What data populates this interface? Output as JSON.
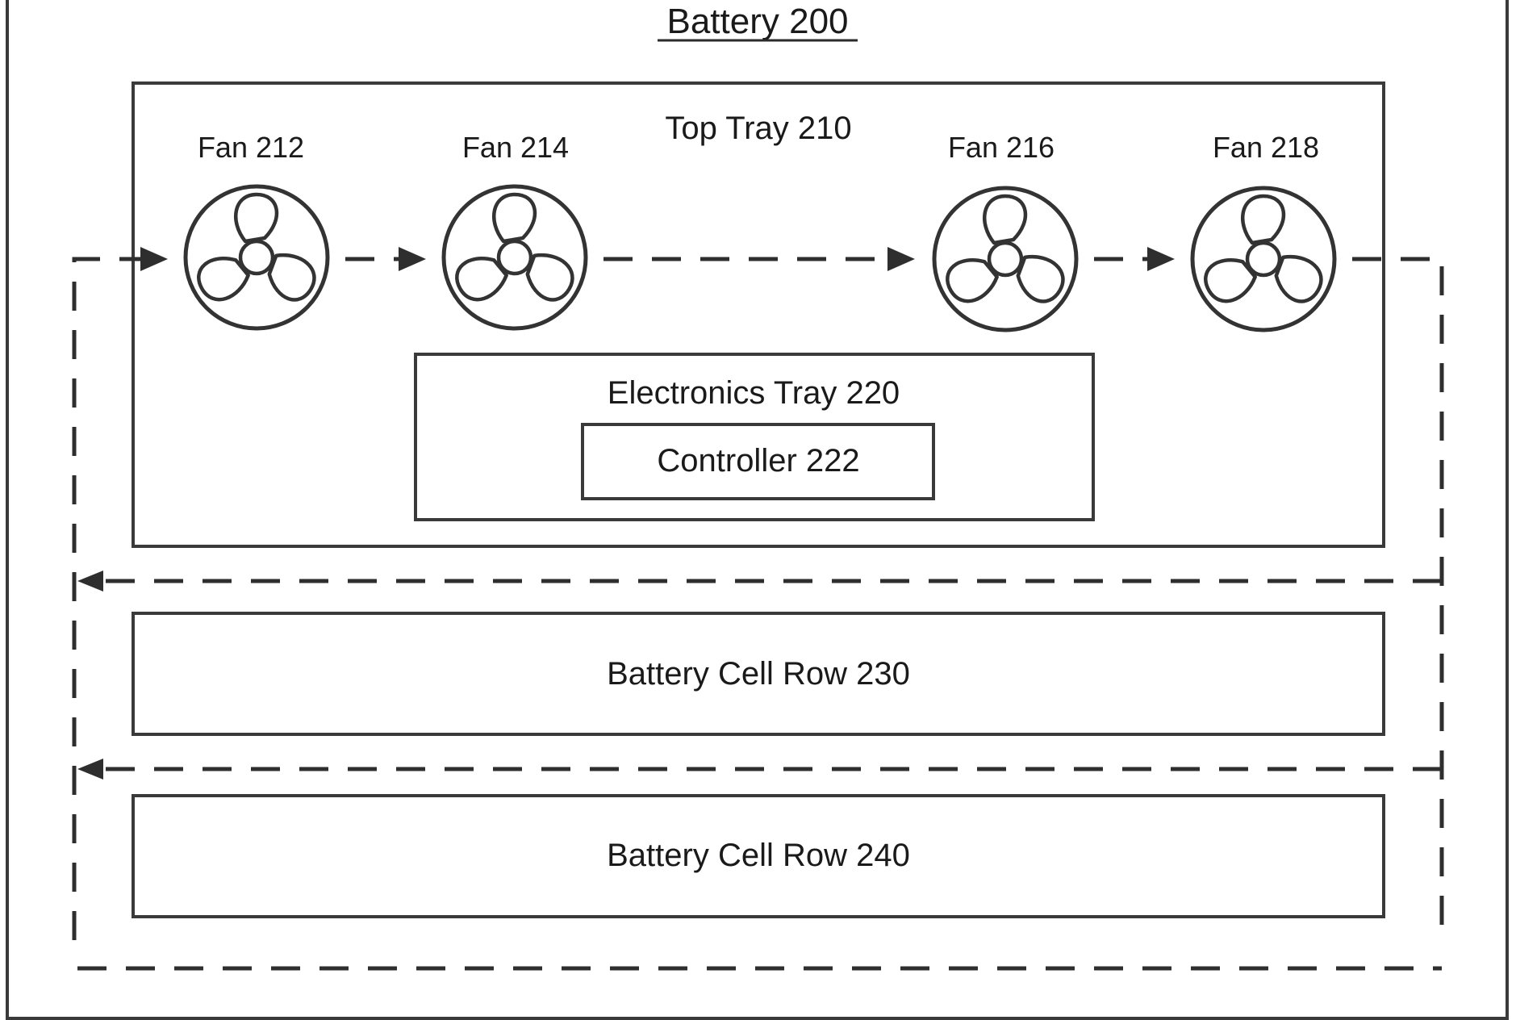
{
  "battery": {
    "title": "Battery 200"
  },
  "top_tray": {
    "label": "Top Tray 210"
  },
  "fans": [
    {
      "label": "Fan 212",
      "icon": "fan-icon"
    },
    {
      "label": "Fan 214",
      "icon": "fan-icon"
    },
    {
      "label": "Fan 216",
      "icon": "fan-icon"
    },
    {
      "label": "Fan 218",
      "icon": "fan-icon"
    }
  ],
  "electronics_tray": {
    "label": "Electronics Tray 220"
  },
  "controller": {
    "label": "Controller 222"
  },
  "cell_rows": [
    {
      "label": "Battery Cell Row 230"
    },
    {
      "label": "Battery Cell Row 240"
    }
  ]
}
